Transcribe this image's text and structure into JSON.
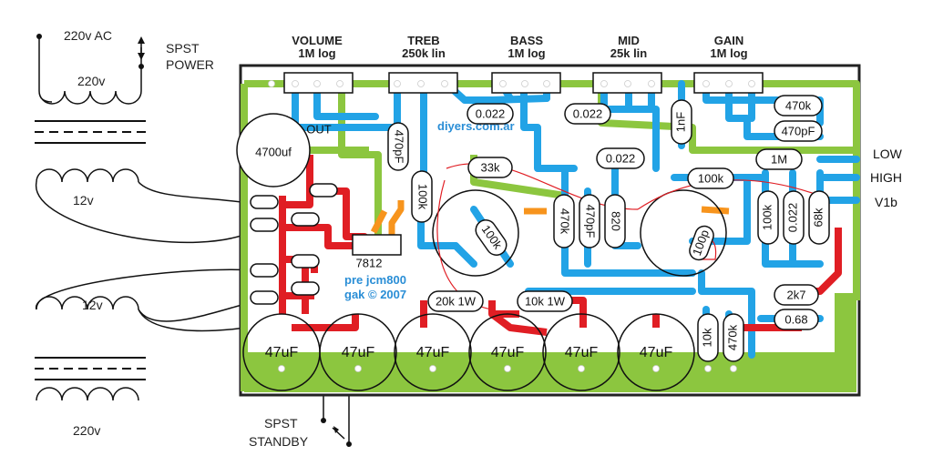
{
  "power_section": {
    "mains_switch_label": "220v AC",
    "primary_label": "220v",
    "power_switch_line1": "SPST",
    "power_switch_line2": "POWER",
    "secondary1_label": "12v",
    "secondary2_label": "12v",
    "bottom_primary_label": "220v",
    "standby_line1": "SPST",
    "standby_line2": "STANDBY"
  },
  "pots": [
    {
      "name": "VOLUME",
      "value": "1M log"
    },
    {
      "name": "TREB",
      "value": "250k lin"
    },
    {
      "name": "BASS",
      "value": "1M log"
    },
    {
      "name": "MID",
      "value": "25k lin"
    },
    {
      "name": "GAIN",
      "value": "1M log"
    }
  ],
  "components": {
    "reservoir_cap": "4700uf",
    "out_label": "OUT",
    "regulator": "7812",
    "cap_022_a": "0.022",
    "cap_022_b": "0.022",
    "cap_022_c": "0.022",
    "cap_022_d": "0.022",
    "res_33k": "33k",
    "res_470k_top": "470k",
    "cap_470pF_top": "470pF",
    "cap_1nF": "1nF",
    "res_100k_mid": "100k",
    "res_1M": "1M",
    "cap_470pF_v": "470pF",
    "res_100k_v": "100k",
    "res_470k_v": "470k",
    "cap_470pF_v2": "470pF",
    "res_820": "820",
    "res_100k_v2": "100k",
    "res_68k": "68k",
    "pot_100k_trim": "100k",
    "pot_100p_trim": "100p",
    "res_20k": "20k 1W",
    "res_10k_1W": "10k 1W",
    "res_2k7": "2k7",
    "cap_068": "0.68",
    "res_10k": "10k",
    "res_470k_bottom": "470k",
    "filter_caps": [
      "47uF",
      "47uF",
      "47uF",
      "47uF",
      "47uF",
      "47uF"
    ]
  },
  "board_text": {
    "website": "diyers.com.ar",
    "title_line1": "pre jcm800",
    "title_line2": "gak © 2007"
  },
  "outputs": {
    "low": "LOW",
    "high": "HIGH",
    "v1b": "V1b"
  },
  "colors": {
    "trace_blue": "#22a3e6",
    "trace_green": "#8cc63f",
    "trace_red": "#e01e24",
    "trace_orange": "#f7941d",
    "board_outline": "#222222"
  }
}
